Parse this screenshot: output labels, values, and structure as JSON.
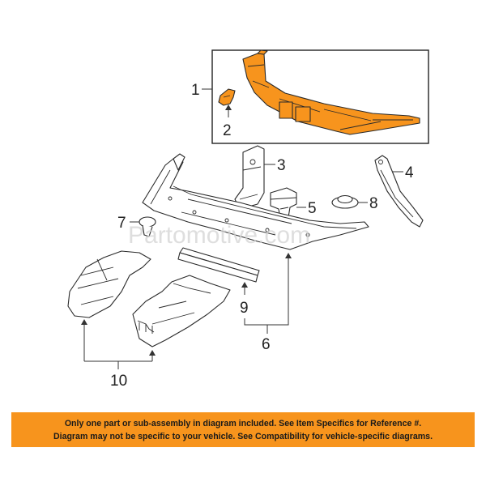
{
  "watermark": "Partomotive.com",
  "callouts": {
    "c1": "1",
    "c2": "2",
    "c3": "3",
    "c4": "4",
    "c5": "5",
    "c6": "6",
    "c7": "7",
    "c8": "8",
    "c9": "9",
    "c10": "10"
  },
  "notice": {
    "line1": "Only one part or sub-assembly in diagram included. See Item Specifics for Reference #.",
    "line2": "Diagram may not be specific to your vehicle. See Compatibility for vehicle-specific diagrams."
  },
  "colors": {
    "highlight": "#f7941d",
    "notice_bg": "#f7941d"
  }
}
